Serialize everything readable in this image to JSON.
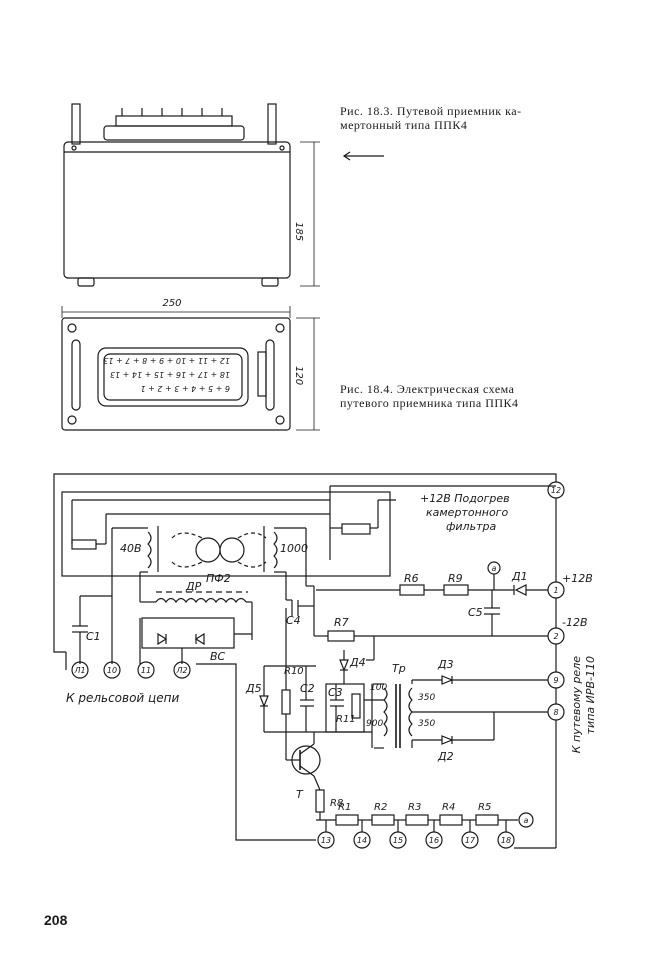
{
  "captions": {
    "fig_18_3": {
      "line1": "Рис. 18.3. Путевой приемник ка-",
      "line2": "мертонный типа ППК4"
    },
    "fig_18_4": {
      "line1": "Рис. 18.4. Электрическая схема",
      "line2": "путевого приемника типа ППК4"
    }
  },
  "page_number": "208",
  "dimensions": {
    "height": "185",
    "width": "250",
    "depth": "120"
  },
  "terminal_block": {
    "row1": [
      "12",
      "11",
      "10",
      "9",
      "8",
      "7",
      "13"
    ],
    "row2": [
      "18",
      "17",
      "16",
      "15",
      "14",
      "13"
    ],
    "row3": [
      "6",
      "5",
      "4",
      "3",
      "2",
      "1"
    ]
  },
  "schematic": {
    "heater_note": [
      "+12В Подогрев",
      "камертонного",
      "фильтра"
    ],
    "rail_note": [
      "К рельсовой цепи"
    ],
    "relay_note": [
      "К путевому реле",
      "типа ИРВ-110"
    ],
    "components": {
      "pf2": "ПФ2",
      "coil_left": "40В",
      "coil_right": "1000",
      "dr": "ДР",
      "c1": "С1",
      "c2": "С2",
      "c3": "С3",
      "c4": "С4",
      "c5": "С5",
      "r1": "R1",
      "r2": "R2",
      "r3": "R3",
      "r4": "R4",
      "r5": "R5",
      "r6": "R6",
      "r7": "R7",
      "r8": "R8",
      "r9": "R9",
      "r10": "R10",
      "r11": "R11",
      "d1": "Д1",
      "d2": "Д2",
      "d3": "Д3",
      "d4": "Д4",
      "d5": "Д5",
      "vs": "ВС",
      "t": "Т",
      "tr": "Тр",
      "plus12": "+12В",
      "minus12": "-12В",
      "tr_100": "100",
      "tr_900": "900",
      "tr_350a": "350",
      "tr_350b": "350"
    },
    "terminals": {
      "t1": "1",
      "t2": "2",
      "t8": "8",
      "t9": "9",
      "t12": "12",
      "t13": "13",
      "t14": "14",
      "t15": "15",
      "t16": "16",
      "t17": "17",
      "t18": "18",
      "l1": "Л1",
      "t10": "10",
      "t11": "11",
      "l2": "Л2",
      "a1": "а",
      "a2": "а"
    }
  }
}
